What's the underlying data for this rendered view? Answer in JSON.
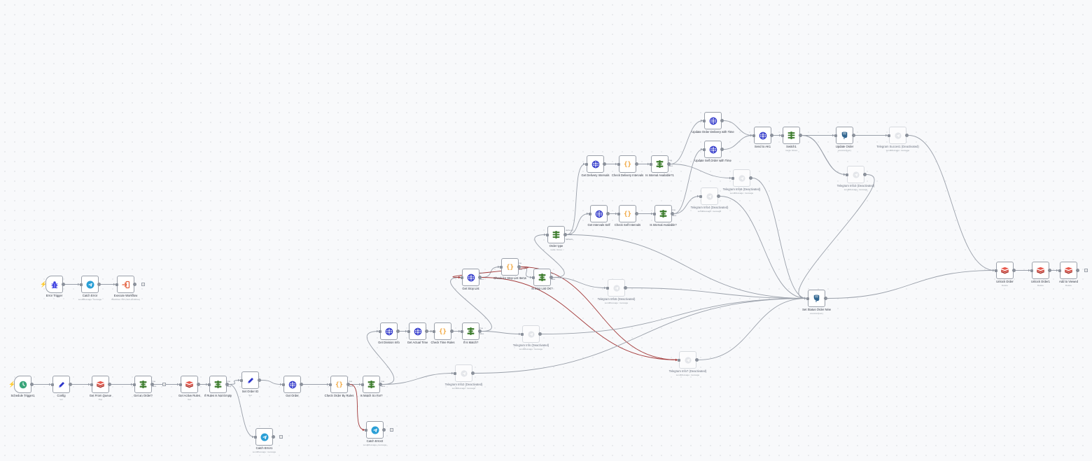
{
  "workflow": {
    "nodes": [
      {
        "id": "error-trigger",
        "label": "Error Trigger",
        "sub": "",
        "icon": "bug-icon",
        "kind": "trigger",
        "state": "normal"
      },
      {
        "id": "catch-error",
        "label": "Catch Error",
        "sub": "sendMessage: message",
        "icon": "telegram-icon",
        "kind": "action",
        "state": "normal"
      },
      {
        "id": "execute-workflow",
        "label": "Execute Workflow",
        "sub": "Workflow: N/A (Sub-workflow)",
        "icon": "execute-workflow-icon",
        "kind": "action",
        "state": "normal"
      },
      {
        "id": "schedule-trigger1",
        "label": "Schedule Trigger1",
        "sub": "",
        "icon": "clock-icon",
        "kind": "trigger",
        "state": "normal"
      },
      {
        "id": "config",
        "label": "Config",
        "sub": "set",
        "icon": "pencil-icon",
        "kind": "action",
        "state": "normal"
      },
      {
        "id": "get-from-queue",
        "label": "Get From Queue",
        "sub": "Pop",
        "icon": "redis-icon",
        "kind": "action",
        "state": "normal"
      },
      {
        "id": "get-an-order",
        "label": "Get an Order?",
        "sub": "",
        "icon": "if-icon",
        "kind": "action",
        "state": "normal"
      },
      {
        "id": "get-active-rules",
        "label": "Get Active Rules",
        "sub": "Get",
        "icon": "redis-icon",
        "kind": "action",
        "state": "normal"
      },
      {
        "id": "if-rules-not-empty",
        "label": "If Rules Is Not Empty",
        "sub": "",
        "icon": "if-icon",
        "kind": "action",
        "state": "normal"
      },
      {
        "id": "set-order-id",
        "label": "Set Order ID",
        "sub": "Set",
        "icon": "pencil-icon",
        "kind": "action",
        "state": "normal"
      },
      {
        "id": "catch-error1",
        "label": "Catch Error1",
        "sub": "sendMessage: message",
        "icon": "telegram-icon",
        "kind": "action",
        "state": "normal"
      },
      {
        "id": "get-order",
        "label": "Get Order",
        "sub": "",
        "icon": "globe-icon",
        "kind": "action",
        "state": "normal"
      },
      {
        "id": "check-order-by-rules",
        "label": "Check Order By Rules",
        "sub": "",
        "icon": "code-icon",
        "kind": "action",
        "state": "normal"
      },
      {
        "id": "catch-error2",
        "label": "Catch Error2",
        "sub": "sendMessage: message",
        "icon": "telegram-icon",
        "kind": "action",
        "state": "normal"
      },
      {
        "id": "is-match-so-far",
        "label": "Is Match So Far?",
        "sub": "",
        "icon": "if-icon",
        "kind": "action",
        "state": "normal"
      },
      {
        "id": "telegram-info2",
        "label": "Telegram Info2 (Deactivated)",
        "sub": "sendMessage: message",
        "icon": "telegram-icon",
        "kind": "action",
        "state": "disabled"
      },
      {
        "id": "get-division-info",
        "label": "Get Division Info",
        "sub": "",
        "icon": "globe-icon",
        "kind": "action",
        "state": "normal"
      },
      {
        "id": "get-actual-time",
        "label": "Get Actual Time",
        "sub": "",
        "icon": "globe-icon",
        "kind": "action",
        "state": "normal"
      },
      {
        "id": "check-time-rules",
        "label": "Check Time Rules",
        "sub": "",
        "icon": "code-icon",
        "kind": "action",
        "state": "normal"
      },
      {
        "id": "if-is-match",
        "label": "If Is Match?",
        "sub": "",
        "icon": "if-icon",
        "kind": "action",
        "state": "normal"
      },
      {
        "id": "telegram-info",
        "label": "Telegram Info (Deactivated)",
        "sub": "sendMessage: message",
        "icon": "telegram-icon",
        "kind": "action",
        "state": "disabled"
      },
      {
        "id": "get-stop-list",
        "label": "Get Stop List",
        "sub": "",
        "icon": "globe-icon",
        "kind": "action",
        "state": "normal"
      },
      {
        "id": "check-stop-list-items",
        "label": "Check for Stop List Items",
        "sub": "",
        "icon": "code-icon",
        "kind": "action",
        "state": "normal"
      },
      {
        "id": "is-stop-list-ok",
        "label": "Is Stop List OK?",
        "sub": "",
        "icon": "if-icon",
        "kind": "action",
        "state": "normal"
      },
      {
        "id": "telegram-info5",
        "label": "Telegram Info5 (Deactivated)",
        "sub": "sendMessage: message",
        "icon": "telegram-icon",
        "kind": "action",
        "state": "disabled"
      },
      {
        "id": "telegram-info7",
        "label": "Telegram Info7 (Deactivated)",
        "sub": "sendMessage: message",
        "icon": "telegram-icon",
        "kind": "action",
        "state": "disabled"
      },
      {
        "id": "order-type",
        "label": "Order type",
        "sub": "mode: Rules",
        "icon": "switch-icon",
        "kind": "action",
        "state": "normal"
      },
      {
        "id": "get-delivery-intervals",
        "label": "Get Delivery Intervals",
        "sub": "",
        "icon": "globe-icon",
        "kind": "action",
        "state": "normal"
      },
      {
        "id": "check-delivery-intervals",
        "label": "Check Delivery Intervals",
        "sub": "",
        "icon": "code-icon",
        "kind": "action",
        "state": "normal"
      },
      {
        "id": "is-interval-available1",
        "label": "Is Interval Available?1",
        "sub": "",
        "icon": "if-icon",
        "kind": "action",
        "state": "normal"
      },
      {
        "id": "get-intervals-self",
        "label": "Get Intervals Self",
        "sub": "",
        "icon": "globe-icon",
        "kind": "action",
        "state": "normal"
      },
      {
        "id": "check-self-intervals",
        "label": "Check Self Intervals",
        "sub": "",
        "icon": "code-icon",
        "kind": "action",
        "state": "normal"
      },
      {
        "id": "is-interval-available",
        "label": "Is Interval Available?",
        "sub": "",
        "icon": "if-icon",
        "kind": "action",
        "state": "normal"
      },
      {
        "id": "telegram-info6",
        "label": "Telegram Info6 (Deactivated)",
        "sub": "sendMessage: message",
        "icon": "telegram-icon",
        "kind": "action",
        "state": "disabled"
      },
      {
        "id": "telegram-info4",
        "label": "Telegram Info4 (Deactivated)",
        "sub": "sendMessage: message",
        "icon": "telegram-icon",
        "kind": "action",
        "state": "disabled"
      },
      {
        "id": "update-order-delivery",
        "label": "Update Order Delivery with Time",
        "sub": "",
        "icon": "globe-icon",
        "kind": "action",
        "state": "normal"
      },
      {
        "id": "update-self-order",
        "label": "Update Self Order with Time",
        "sub": "",
        "icon": "globe-icon",
        "kind": "action",
        "state": "normal"
      },
      {
        "id": "send-to-ak1",
        "label": "Send to AK1",
        "sub": "",
        "icon": "globe-icon",
        "kind": "action",
        "state": "normal"
      },
      {
        "id": "switch1",
        "label": "Switch1",
        "sub": "mode: Rules",
        "icon": "switch-icon",
        "kind": "action",
        "state": "normal"
      },
      {
        "id": "update-order",
        "label": "Update Order",
        "sub": "executeQuery",
        "icon": "postgres-icon",
        "kind": "action",
        "state": "normal"
      },
      {
        "id": "telegram-succes1",
        "label": "Telegram Succes1 (Deactivated)",
        "sub": "sendMessage: message",
        "icon": "telegram-icon",
        "kind": "action",
        "state": "disabled"
      },
      {
        "id": "telegram-info3",
        "label": "Telegram Info3 (Deactivated)",
        "sub": "sendMessage: message",
        "icon": "telegram-icon",
        "kind": "action",
        "state": "disabled"
      },
      {
        "id": "set-status-order-new",
        "label": "Set Status Order New",
        "sub": "executeQuery",
        "icon": "postgres-icon",
        "kind": "action",
        "state": "normal"
      },
      {
        "id": "unlock-order",
        "label": "Unlock Order",
        "sub": "Delete",
        "icon": "redis-icon",
        "kind": "action",
        "state": "normal"
      },
      {
        "id": "unlock-order1",
        "label": "Unlock Order1",
        "sub": "Delete",
        "icon": "redis-icon",
        "kind": "action",
        "state": "normal"
      },
      {
        "id": "add-to-viewed",
        "label": "Add to Viewed",
        "sub": "Delete",
        "icon": "redis-icon",
        "kind": "action",
        "state": "normal"
      }
    ],
    "port_labels": {
      "true": "true",
      "false": "false",
      "delivery": "delivery",
      "pickup": "pickup",
      "fallback": "fallback"
    },
    "connections": [
      [
        "error-trigger",
        "catch-error",
        "normal"
      ],
      [
        "catch-error",
        "execute-workflow",
        "normal"
      ],
      [
        "schedule-trigger1",
        "config",
        "normal"
      ],
      [
        "config",
        "get-from-queue",
        "normal"
      ],
      [
        "get-from-queue",
        "get-an-order",
        "normal"
      ],
      [
        "get-an-order",
        "get-active-rules",
        "normal"
      ],
      [
        "get-active-rules",
        "if-rules-not-empty",
        "normal"
      ],
      [
        "if-rules-not-empty",
        "set-order-id",
        "normal"
      ],
      [
        "if-rules-not-empty",
        "catch-error1",
        "normal"
      ],
      [
        "set-order-id",
        "get-order",
        "normal"
      ],
      [
        "get-order",
        "check-order-by-rules",
        "normal"
      ],
      [
        "check-order-by-rules",
        "is-match-so-far",
        "normal"
      ],
      [
        "check-order-by-rules",
        "catch-error2",
        "error"
      ],
      [
        "is-match-so-far",
        "get-division-info",
        "normal"
      ],
      [
        "is-match-so-far",
        "telegram-info2",
        "normal"
      ],
      [
        "get-division-info",
        "get-actual-time",
        "normal"
      ],
      [
        "get-actual-time",
        "check-time-rules",
        "normal"
      ],
      [
        "check-time-rules",
        "if-is-match",
        "normal"
      ],
      [
        "if-is-match",
        "get-stop-list",
        "normal"
      ],
      [
        "if-is-match",
        "telegram-info",
        "normal"
      ],
      [
        "get-stop-list",
        "check-stop-list-items",
        "normal"
      ],
      [
        "check-stop-list-items",
        "is-stop-list-ok",
        "normal"
      ],
      [
        "check-stop-list-items",
        "get-stop-list",
        "error"
      ],
      [
        "check-stop-list-items",
        "telegram-info7",
        "error"
      ],
      [
        "get-stop-list",
        "telegram-info7",
        "error"
      ],
      [
        "is-stop-list-ok",
        "order-type",
        "normal"
      ],
      [
        "is-stop-list-ok",
        "telegram-info5",
        "normal"
      ],
      [
        "order-type",
        "get-delivery-intervals",
        "normal"
      ],
      [
        "order-type",
        "get-intervals-self",
        "normal"
      ],
      [
        "order-type",
        "set-status-order-new",
        "normal"
      ],
      [
        "get-delivery-intervals",
        "check-delivery-intervals",
        "normal"
      ],
      [
        "check-delivery-intervals",
        "is-interval-available1",
        "normal"
      ],
      [
        "is-interval-available1",
        "update-order-delivery",
        "normal"
      ],
      [
        "is-interval-available1",
        "telegram-info6",
        "normal"
      ],
      [
        "get-intervals-self",
        "check-self-intervals",
        "normal"
      ],
      [
        "check-self-intervals",
        "is-interval-available",
        "normal"
      ],
      [
        "is-interval-available",
        "update-self-order",
        "normal"
      ],
      [
        "is-interval-available",
        "telegram-info4",
        "normal"
      ],
      [
        "update-order-delivery",
        "send-to-ak1",
        "normal"
      ],
      [
        "update-self-order",
        "send-to-ak1",
        "normal"
      ],
      [
        "send-to-ak1",
        "switch1",
        "normal"
      ],
      [
        "switch1",
        "update-order",
        "normal"
      ],
      [
        "switch1",
        "telegram-info3",
        "normal"
      ],
      [
        "switch1",
        "telegram-info3",
        "normal"
      ],
      [
        "switch1",
        "telegram-info3",
        "normal"
      ],
      [
        "switch1",
        "telegram-info3",
        "normal"
      ],
      [
        "update-order",
        "telegram-succes1",
        "normal"
      ],
      [
        "telegram-succes1",
        "unlock-order",
        "normal"
      ],
      [
        "telegram-info3",
        "set-status-order-new",
        "normal"
      ],
      [
        "telegram-info2",
        "set-status-order-new",
        "normal"
      ],
      [
        "telegram-info",
        "set-status-order-new",
        "normal"
      ],
      [
        "telegram-info5",
        "set-status-order-new",
        "normal"
      ],
      [
        "telegram-info7",
        "set-status-order-new",
        "normal"
      ],
      [
        "telegram-info6",
        "set-status-order-new",
        "normal"
      ],
      [
        "telegram-info4",
        "set-status-order-new",
        "normal"
      ],
      [
        "set-status-order-new",
        "unlock-order",
        "normal"
      ],
      [
        "unlock-order",
        "unlock-order1",
        "normal"
      ],
      [
        "unlock-order1",
        "add-to-viewed",
        "normal"
      ]
    ],
    "colors": {
      "edge": "#9aa0aa",
      "error_edge": "#a33a3a",
      "node_border": "#9aa0aa",
      "trigger_bolt": "#e15b4b",
      "globe": "#2c34c9",
      "code": "#f1a53a",
      "if": "#3e7d2e",
      "redis": "#d1372b",
      "telegram": "#2a9fd6",
      "postgres": "#336791",
      "pencil": "#2c34c9",
      "clock": "#3aa57a",
      "bug": "#3a3ee0",
      "execute": "#e4623f"
    }
  }
}
